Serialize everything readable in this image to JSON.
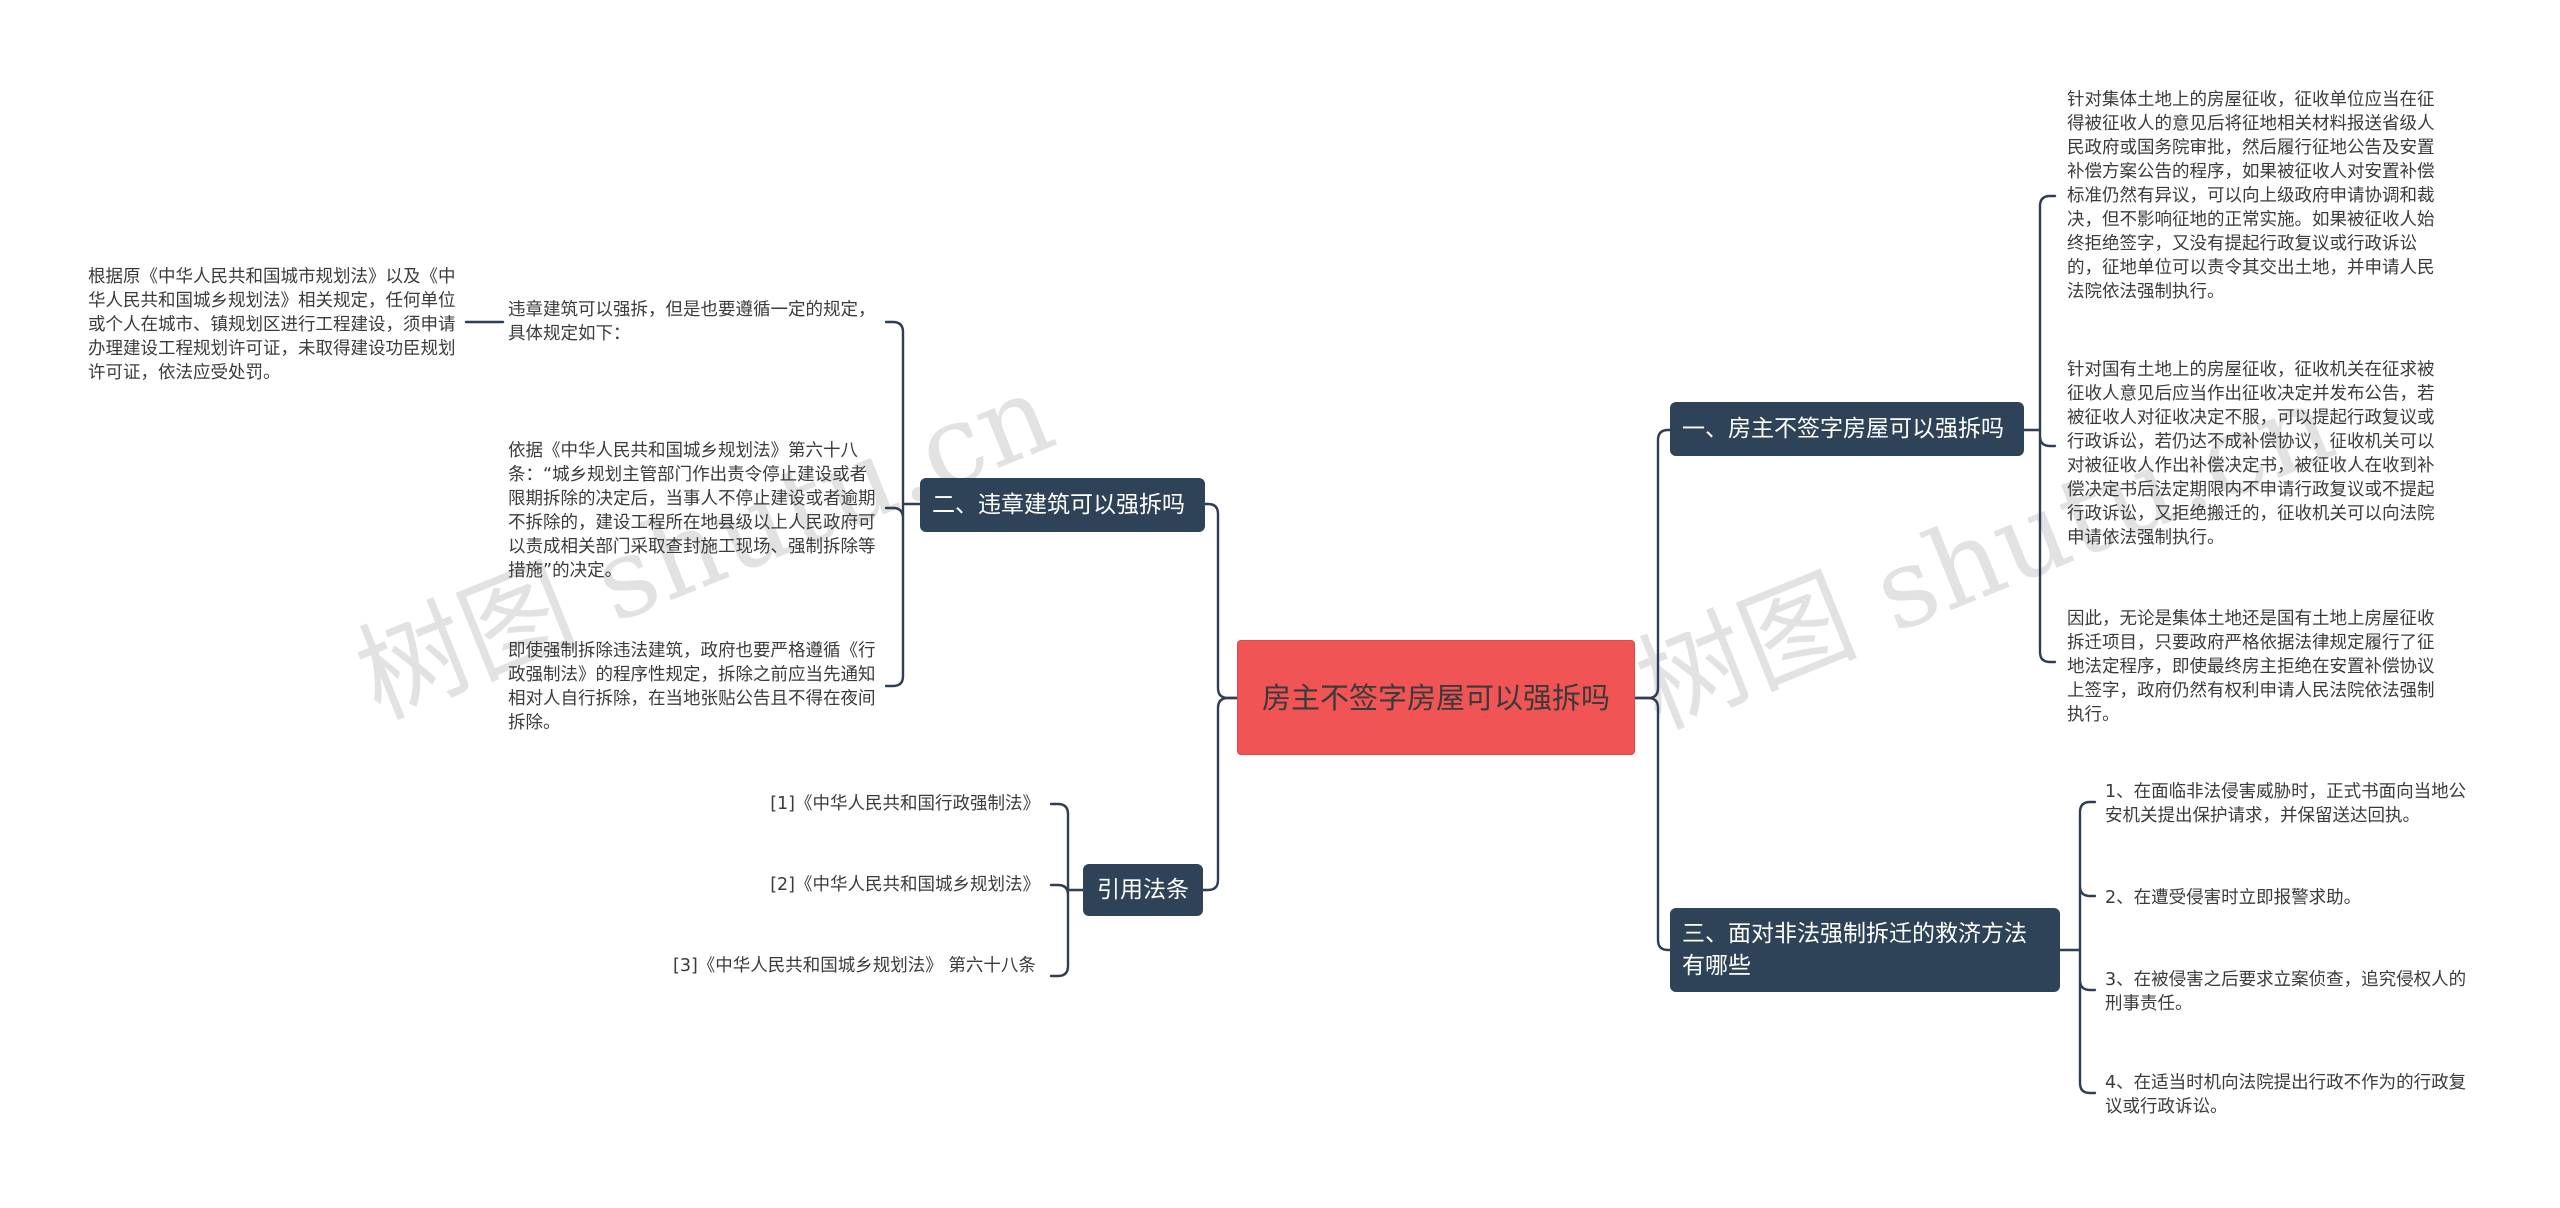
{
  "watermark": "树图 shutu.cn",
  "root": {
    "title": "房主不签字房屋可以强拆吗"
  },
  "branches": {
    "b1": {
      "title": "一、房主不签字房屋可以强拆吗",
      "items": [
        "针对集体土地上的房屋征收，征收单位应当在征得被征收人的意见后将征地相关材料报送省级人民政府或国务院审批，然后履行征地公告及安置补偿方案公告的程序，如果被征收人对安置补偿标准仍然有异议，可以向上级政府申请协调和裁决，但不影响征地的正常实施。如果被征收人始终拒绝签字，又没有提起行政复议或行政诉讼的，征地单位可以责令其交出土地，并申请人民法院依法强制执行。",
        "针对国有土地上的房屋征收，征收机关在征求被征收人意见后应当作出征收决定并发布公告，若被征收人对征收决定不服，可以提起行政复议或行政诉讼，若仍达不成补偿协议，征收机关可以对被征收人作出补偿决定书，被征收人在收到补偿决定书后法定期限内不申请行政复议或不提起行政诉讼，又拒绝搬迁的，征收机关可以向法院申请依法强制执行。",
        "因此，无论是集体土地还是国有土地上房屋征收拆迁项目，只要政府严格依据法律规定履行了征地法定程序，即使最终房主拒绝在安置补偿协议上签字，政府仍然有权利申请人民法院依法强制执行。"
      ]
    },
    "b2": {
      "title": "二、违章建筑可以强拆吗",
      "items": [
        "违章建筑可以强拆，但是也要遵循一定的规定，具体规定如下：",
        "依据《中华人民共和国城乡规划法》第六十八条：“城乡规划主管部门作出责令停止建设或者限期拆除的决定后，当事人不停止建设或者逾期不拆除的，建设工程所在地县级以上人民政府可以责成相关部门采取查封施工现场、强制拆除等措施”的决定。",
        "即使强制拆除违法建筑，政府也要严格遵循《行政强制法》的程序性规定，拆除之前应当先通知相对人自行拆除，在当地张贴公告且不得在夜间拆除。"
      ],
      "sub": "根据原《中华人民共和国城市规划法》以及《中华人民共和国城乡规划法》相关规定，任何单位或个人在城市、镇规划区进行工程建设，须申请办理建设工程规划许可证，未取得建设功臣规划许可证，依法应受处罚。"
    },
    "b3": {
      "title": "三、面对非法强制拆迁的救济方法有哪些",
      "items": [
        "1、在面临非法侵害威胁时，正式书面向当地公安机关提出保护请求，并保留送达回执。",
        "2、在遭受侵害时立即报警求助。",
        "3、在被侵害之后要求立案侦查，追究侵权人的刑事责任。",
        "4、在适当时机向法院提出行政不作为的行政复议或行政诉讼。"
      ]
    },
    "b4": {
      "title": "引用法条",
      "items": [
        "[1]《中华人民共和国行政强制法》",
        "[2]《中华人民共和国城乡规划法》",
        "[3]《中华人民共和国城乡规划法》 第六十八条"
      ]
    }
  }
}
